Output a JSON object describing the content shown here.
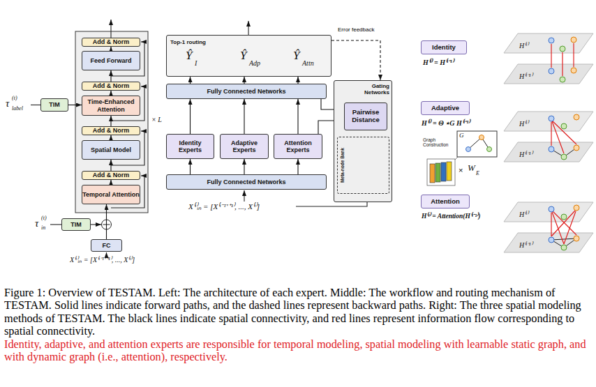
{
  "diagram": {
    "caption": "Figure 1: Overview of TESTAM. Left: The architecture of each expert. Middle: The workflow and routing mechanism of TESTAM. Solid lines indicate forward paths, and the dashed lines represent backward paths. Right: The three spatial modeling methods of TESTAM. The black lines indicate spatial connectivity, and red lines represent information flow corresponding to spatial connectivity.",
    "nodes": [
      {
        "text": [
          "Add & Norm"
        ]
      },
      {
        "text": [
          "Feed Forward"
        ]
      },
      {
        "text": [
          "Add & Norm"
        ]
      },
      {
        "text": [
          "Time-Enhanced Attention"
        ]
      },
      {
        "text": [
          "Add & Norm"
        ]
      },
      {
        "text": [
          "Spatial Model"
        ]
      },
      {
        "text": [
          "Add & Norm"
        ]
      },
      {
        "text": [
          "Temporal Attention"
        ]
      },
      {
        "text": [
          "TIM"
        ]
      },
      {
        "text": [
          "TIM"
        ]
      },
      {
        "text": [
          "FC"
        ]
      },
      {
        "text": [
          "Top-1 routing"
        ]
      },
      {
        "text": [
          "Fully Connected Networks"
        ]
      },
      {
        "text": [
          "Identity Experts"
        ]
      },
      {
        "text": [
          "Adaptive Experts"
        ]
      },
      {
        "text": [
          "Attention Experts"
        ]
      },
      {
        "text": [
          "Fully Connected Networks"
        ]
      },
      {
        "text": [
          "Gating Networks"
        ]
      },
      {
        "text": [
          "Pairwise Distance"
        ],
        "in": 17
      },
      {
        "text": [
          "Meta-node Bank"
        ],
        "in": 17
      },
      {
        "text": [
          "Identity"
        ]
      },
      {
        "text": [
          "Adaptive"
        ]
      },
      {
        "text": [
          "Attention"
        ]
      }
    ],
    "edges": [
      {
        "from": 7,
        "to": 6,
        "arrow": "to"
      },
      {
        "from": 6,
        "to": 5,
        "arrow": "to"
      },
      {
        "from": 5,
        "to": 4,
        "arrow": "to"
      },
      {
        "from": 4,
        "to": 3,
        "arrow": "to"
      },
      {
        "from": 3,
        "to": 2,
        "arrow": "to"
      },
      {
        "from": 2,
        "to": 1,
        "arrow": "to"
      },
      {
        "from": 1,
        "to": 0,
        "arrow": "to"
      },
      {
        "from": 8,
        "to": 3,
        "arrow": "to"
      },
      {
        "from": 10,
        "to": 7,
        "arrow": "to"
      },
      {
        "from": 16,
        "to": 13,
        "arrow": "to"
      },
      {
        "from": 16,
        "to": 14,
        "arrow": "to"
      },
      {
        "from": 16,
        "to": 15,
        "arrow": "to"
      },
      {
        "from": 13,
        "to": 12,
        "arrow": "to"
      },
      {
        "from": 14,
        "to": 12,
        "arrow": "to"
      },
      {
        "from": 15,
        "to": 12,
        "arrow": "to"
      },
      {
        "from": 12,
        "to": 11,
        "arrow": "to"
      },
      {
        "from": 12,
        "to": 11,
        "arrow": "to"
      },
      {
        "from": 12,
        "to": 11,
        "arrow": "to"
      },
      {
        "from": 12,
        "to": 18,
        "arrow": "to"
      },
      {
        "from": 15,
        "to": 18,
        "arrow": "to"
      },
      {
        "from": 19,
        "to": 18,
        "arrow": "to"
      },
      {
        "from": 11,
        "to": 17,
        "label": "Error feedback",
        "arrow": "to"
      }
    ],
    "labels": [
      "τ",
      "(t)",
      "label",
      "τ",
      "(t)",
      "in",
      "X⁽ᵗ⁾ᵢₙ = [X⁽ᵗ⁻ᵀ′⁺¹⁾, ..., X⁽ᵗ⁾]",
      "× L",
      "Ŷ",
      "I",
      "Ŷ",
      "Adp",
      "Ŷ",
      "Attn",
      "X⁽ᵗ⁾ᵢₙ = [X⁽ᵗ⁻ᵀ′⁺¹⁾, ..., X⁽ᵗ⁾]",
      "H⁽ˡ⁾ = H⁽ˡ⁻¹⁾",
      "Graph Construction",
      "G",
      "×",
      "W",
      "E",
      "H⁽ˡ⁾ = Θ ⋆G H⁽ˡ⁻¹⁾",
      "H⁽ˡ⁾ = Attention(H⁽ˡ⁻¹⁾)",
      "H⁽ˡ⁾",
      "H⁽ˡ⁻¹⁾",
      "H⁽ˡ⁾",
      "H⁽ˡ⁻¹⁾",
      "H⁽ˡ⁾",
      "H⁽ˡ⁻¹⁾",
      "Identity, adaptive, and attention experts are responsible for temporal modeling, spatial modeling with learnable static graph, and with dynamic graph (i.e., attention), respectively."
    ]
  }
}
